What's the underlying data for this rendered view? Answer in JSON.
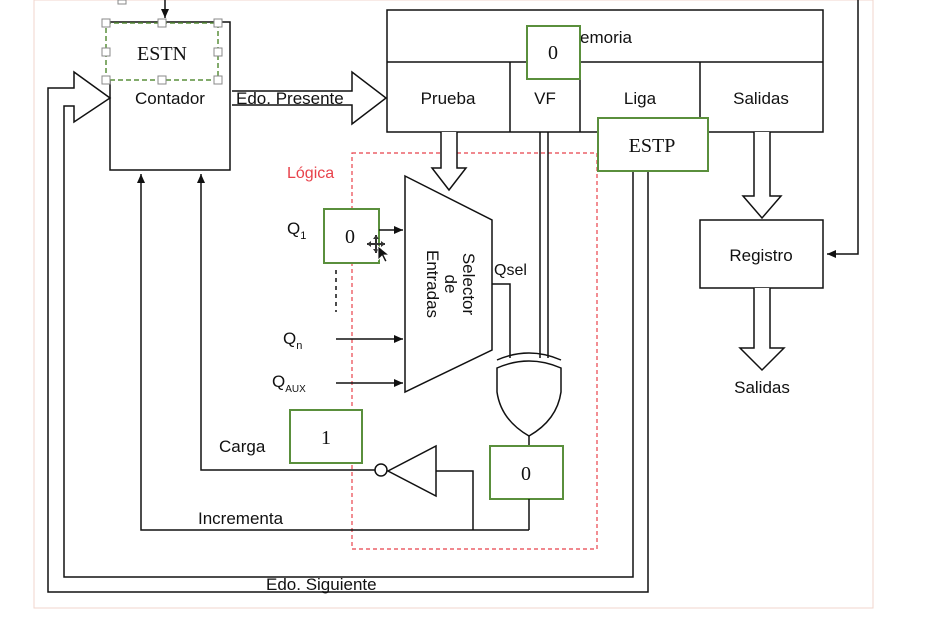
{
  "blocks": {
    "contador": "Contador",
    "memoria_title": "emoria",
    "prueba": "Prueba",
    "vf": "VF",
    "liga": "Liga",
    "salidas_col": "Salidas",
    "registro": "Registro",
    "selector_line1": "Selector",
    "selector_line2": "de",
    "selector_line3": "Entradas",
    "salidas_out": "Salidas"
  },
  "signals": {
    "edo_presente": "Edo. Presente",
    "edo_siguiente": "Edo. Siguiente",
    "logica": "Lógica",
    "q1_base": "Q",
    "q1_sub": "1",
    "qn_base": "Q",
    "qn_sub": "n",
    "qaux_base": "Q",
    "qaux_sub": "AUX",
    "qsel": "Qsel",
    "carga": "Carga",
    "incrementa": "Incrementa"
  },
  "value_boxes": {
    "estn": "ESTN",
    "vf_value": "0",
    "estp": "ESTP",
    "q1_value": "0",
    "carga_value": "1",
    "xor_value": "0"
  },
  "colors": {
    "line": "#111111",
    "value_box_border": "#5a8f3c",
    "logic_border": "#e8424b",
    "logic_label": "#e8424b",
    "selection_handle": "#888888",
    "page_frame": "#f0d6cc"
  }
}
